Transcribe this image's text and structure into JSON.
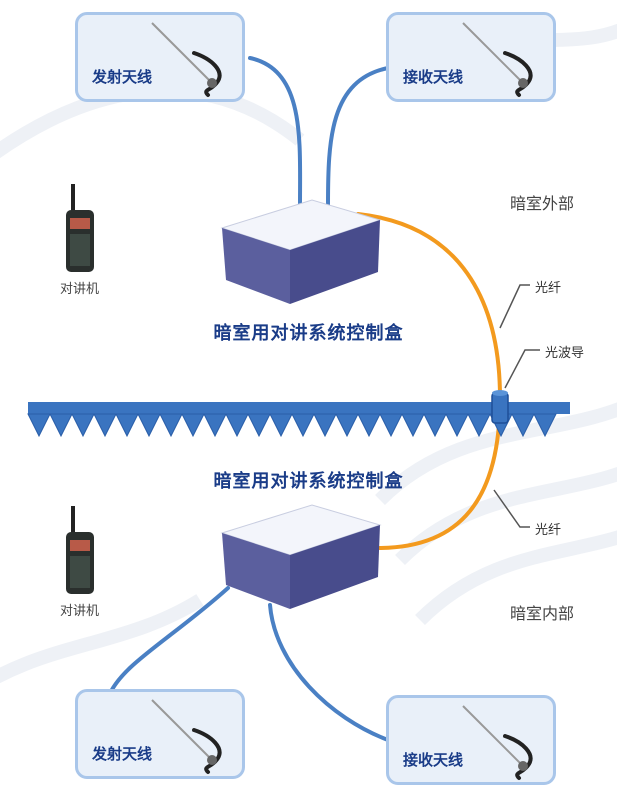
{
  "labels": {
    "tx_antenna": "发射天线",
    "rx_antenna": "接收天线",
    "outside": "暗室外部",
    "inside": "暗室内部",
    "radio": "对讲机",
    "control_box": "暗室用对讲系统控制盒",
    "fiber": "光纤",
    "waveguide": "光波导"
  },
  "colors": {
    "title_blue": "#1a3c88",
    "cable_blue": "#4a80c4",
    "fiber_orange": "#f39a1e",
    "wall_blue": "#3a74c0",
    "card_border": "#a9c6ea"
  },
  "icons": [
    "antenna-icon",
    "walkie-talkie-icon",
    "control-box-icon",
    "waveguide-icon"
  ]
}
